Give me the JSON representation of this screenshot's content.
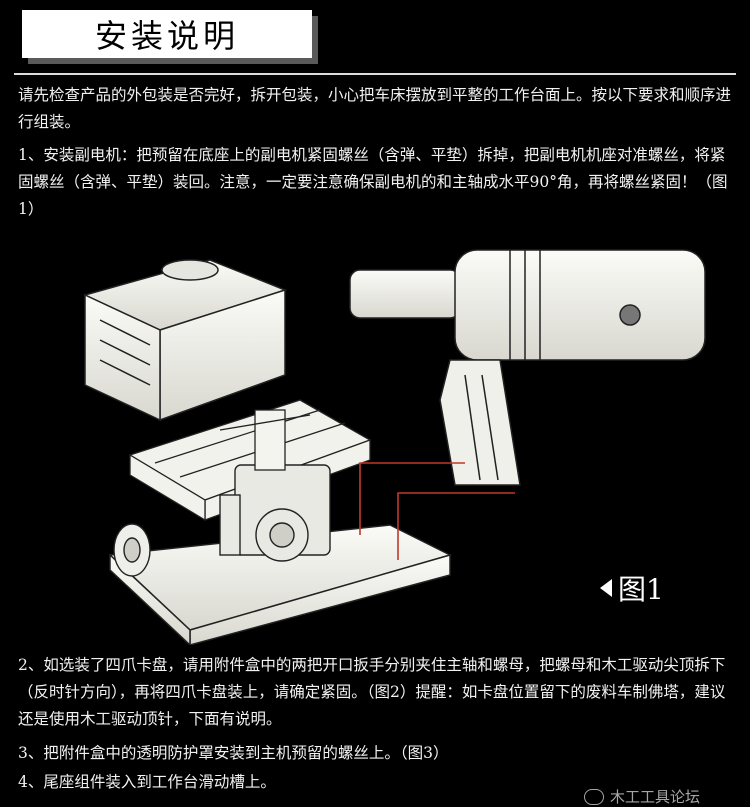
{
  "header": {
    "title": "安装说明"
  },
  "paragraphs": {
    "intro": "请先检查产品的外包装是否完好，拆开包装，小心把车床摆放到平整的工作台面上。按以下要求和顺序进行组装。",
    "step1": "1、安装副电机：把预留在底座上的副电机紧固螺丝（含弹、平垫）拆掉，把副电机机座对准螺丝，将紧固螺丝（含弹、平垫）装回。注意，一定要注意确保副电机的和主轴成水平90°角，再将螺丝紧固！（图1）",
    "step2": "2、如选装了四爪卡盘，请用附件盒中的两把开口扳手分别夹住主轴和螺母，把螺母和木工驱动尖顶拆下（反时针方向），再将四爪卡盘装上，请确定紧固。（图2）提醒：如卡盘位置留下的废料车制佛塔，建议还是使用木工驱动顶针，下面有说明。",
    "step3": "3、把附件盒中的透明防护罩安装到主机预留的螺丝上。（图3）",
    "step4": "4、尾座组件装入到工作台滑动槽上。"
  },
  "figure": {
    "label": "图1"
  },
  "watermark": {
    "text": "木工工具论坛"
  },
  "colors": {
    "background": "#000000",
    "text": "#f2f2f2",
    "title_box": "#ffffff",
    "guide_line": "#c0392b"
  }
}
